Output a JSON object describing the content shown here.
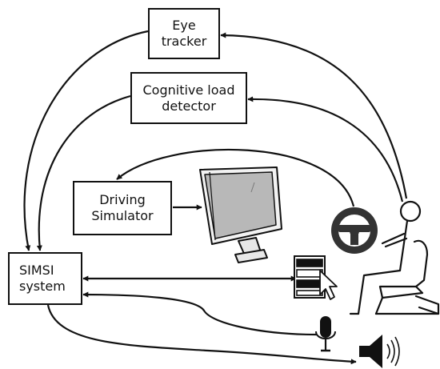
{
  "nodes": {
    "eye_tracker": {
      "line1": "Eye",
      "line2": "tracker"
    },
    "cognitive_load": {
      "line1": "Cognitive load",
      "line2": "detector"
    },
    "driving_simulator": {
      "line1": "Driving",
      "line2": "Simulator"
    },
    "simsi": {
      "line1": "SIMSI",
      "line2": "system"
    }
  },
  "icons": [
    "monitor-icon",
    "steering-wheel-icon",
    "driver-figure-icon",
    "seat-icon",
    "touchscreen-menu-icon",
    "cursor-icon",
    "microphone-icon",
    "speaker-icon"
  ],
  "colors": {
    "stroke": "#111111",
    "screen_fill": "#b8b8b8",
    "wheel_fill": "#333333"
  }
}
